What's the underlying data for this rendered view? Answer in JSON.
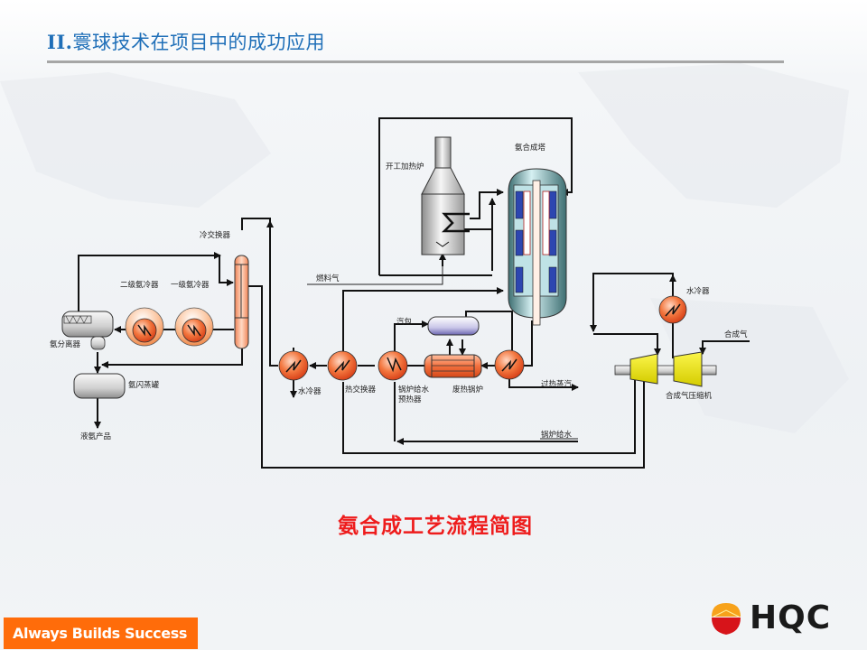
{
  "header": {
    "title_prefix": "II.",
    "title": "寰球技术在项目中的成功应用"
  },
  "diagram": {
    "caption": "氨合成工艺流程简图",
    "labels": {
      "startup_heater": "开工加热炉",
      "synthesis_tower": "氨合成塔",
      "cold_exchanger": "冷交换器",
      "secondary_ammonia_cooler": "二级氨冷器",
      "primary_ammonia_cooler": "一级氨冷器",
      "ammonia_separator": "氨分离器",
      "ammonia_flash_tank": "氨闪蒸罐",
      "liquid_ammonia_product": "液氨产品",
      "fuel_gas": "燃料气",
      "steam_drum": "汽包",
      "water_cooler_1": "水冷器",
      "heat_exchanger": "热交换器",
      "boiler_feedwater_preheater_1": "锅炉给水",
      "boiler_feedwater_preheater_2": "预热器",
      "waste_heat_boiler": "废热锅炉",
      "superheated_steam": "过热蒸汽",
      "boiler_feedwater": "锅炉给水",
      "water_cooler_2": "水冷器",
      "syngas": "合成气",
      "syngas_compressor": "合成气压缩机"
    }
  },
  "footer": {
    "slogan": "Always Builds Success",
    "logo_text": "HQC"
  },
  "colors": {
    "title_blue": "#1f6fb8",
    "caption_red": "#ee1c1c",
    "slogan_orange": "#ff6c0a",
    "compressor_yellow": "#e8e000",
    "exchanger_orange": "#f2693a"
  }
}
